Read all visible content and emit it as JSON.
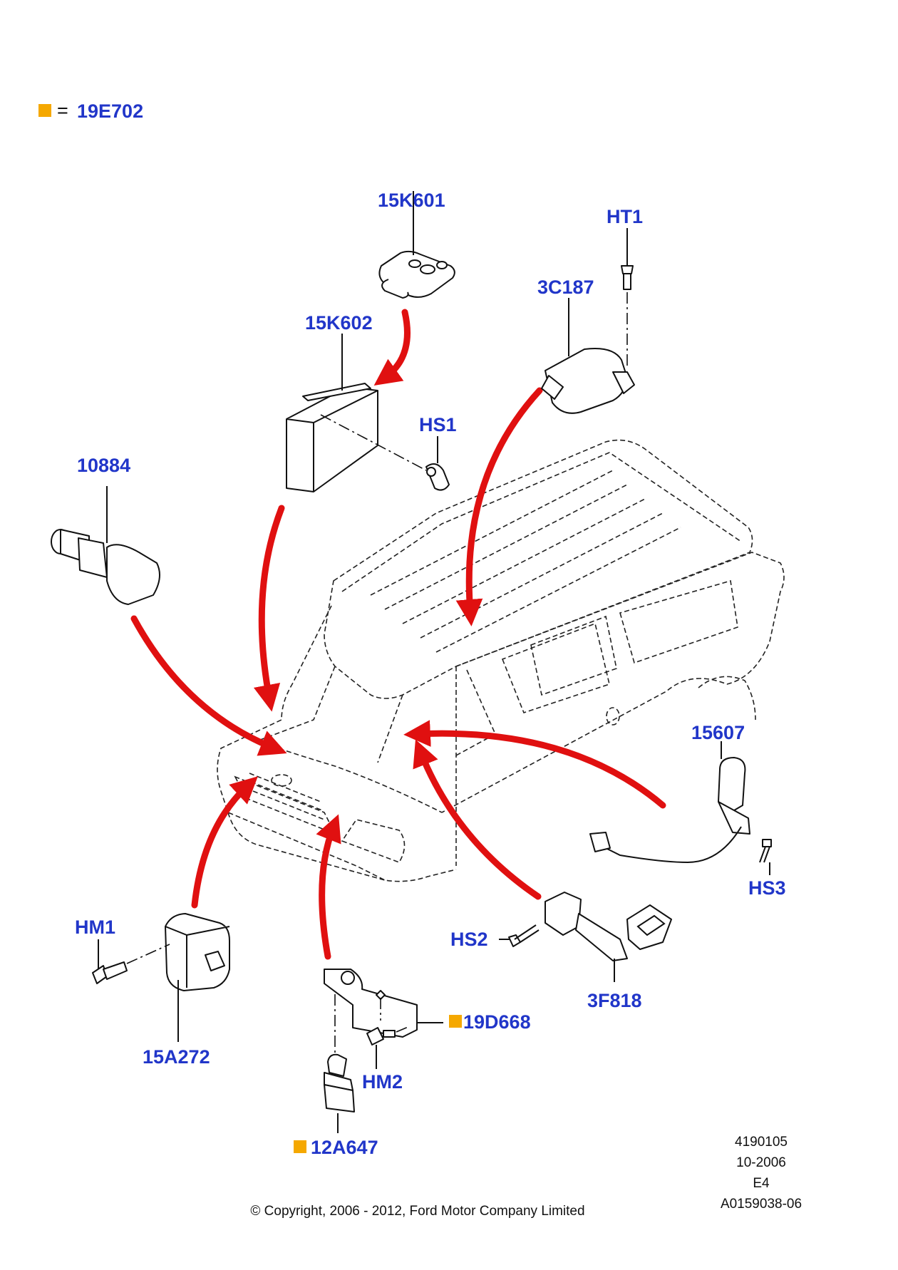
{
  "legend": {
    "symbol_color": "#f5a800",
    "equals": "=",
    "code": "19E702"
  },
  "colors": {
    "label": "#2136c9",
    "arrow": "#e01010",
    "marker": "#f5a800"
  },
  "parts": [
    {
      "id": "15K601",
      "marked": false
    },
    {
      "id": "HT1",
      "marked": false
    },
    {
      "id": "3C187",
      "marked": false
    },
    {
      "id": "15K602",
      "marked": false
    },
    {
      "id": "HS1",
      "marked": false
    },
    {
      "id": "10884",
      "marked": false
    },
    {
      "id": "15607",
      "marked": false
    },
    {
      "id": "HS3",
      "marked": false
    },
    {
      "id": "HM1",
      "marked": false
    },
    {
      "id": "HS2",
      "marked": false
    },
    {
      "id": "3F818",
      "marked": false
    },
    {
      "id": "15A272",
      "marked": false
    },
    {
      "id": "19D668",
      "marked": true
    },
    {
      "id": "HM2",
      "marked": false
    },
    {
      "id": "12A647",
      "marked": true
    }
  ],
  "doc_info": {
    "number": "4190105",
    "date": "10-2006",
    "rev": "E4",
    "ref": "A0159038-06"
  },
  "copyright": "© Copyright, 2006 - 2012, Ford Motor Company Limited"
}
